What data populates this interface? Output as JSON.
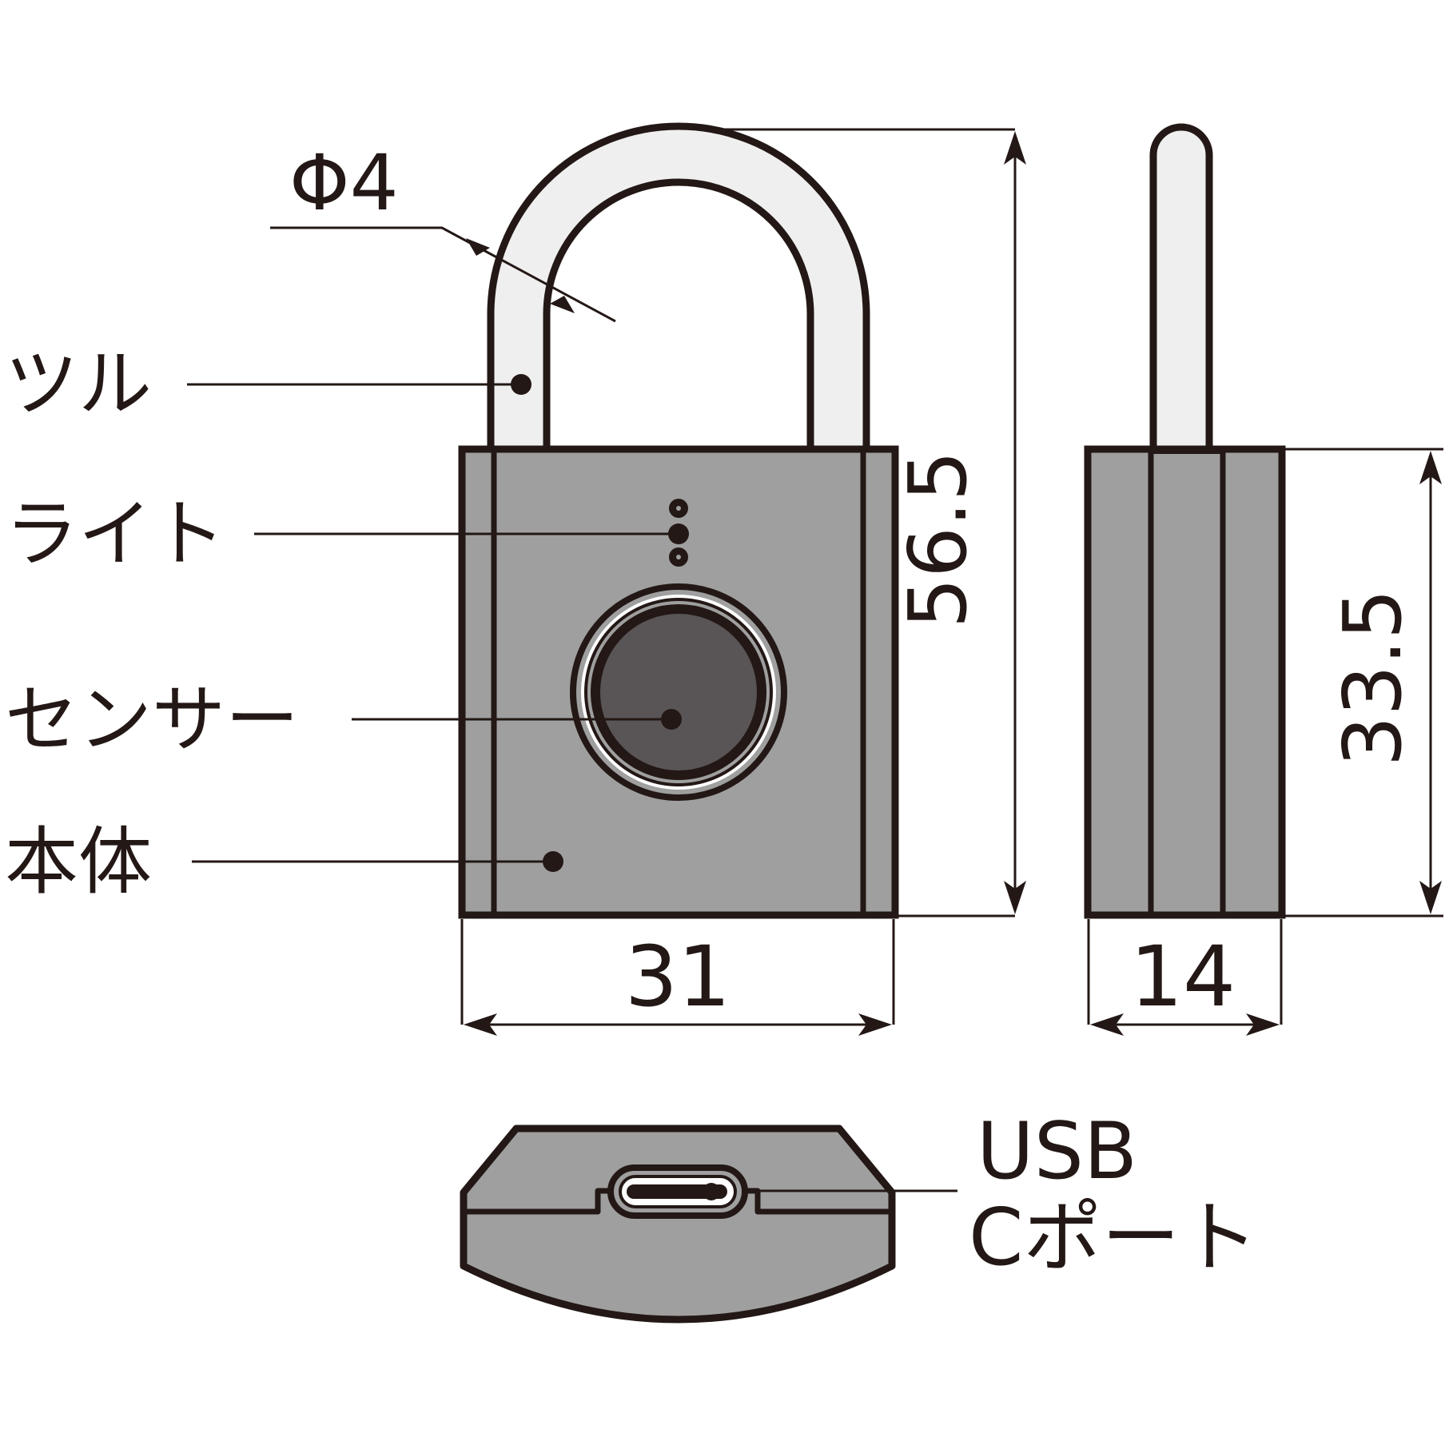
{
  "labels": {
    "shackle": "ツル",
    "light": "ライト",
    "sensor": "センサー",
    "body": "本体",
    "usb_line1": "USB",
    "usb_line2": "Cポート"
  },
  "dimensions": {
    "shackle_diameter": "Φ4",
    "total_height": "56.5",
    "body_height": "33.5",
    "width": "31",
    "depth": "14"
  },
  "colors": {
    "outline": "#231815",
    "body": "#9f9f9f",
    "shackle": "#efefef",
    "sensor": "#595556",
    "background": "#ffffff"
  }
}
